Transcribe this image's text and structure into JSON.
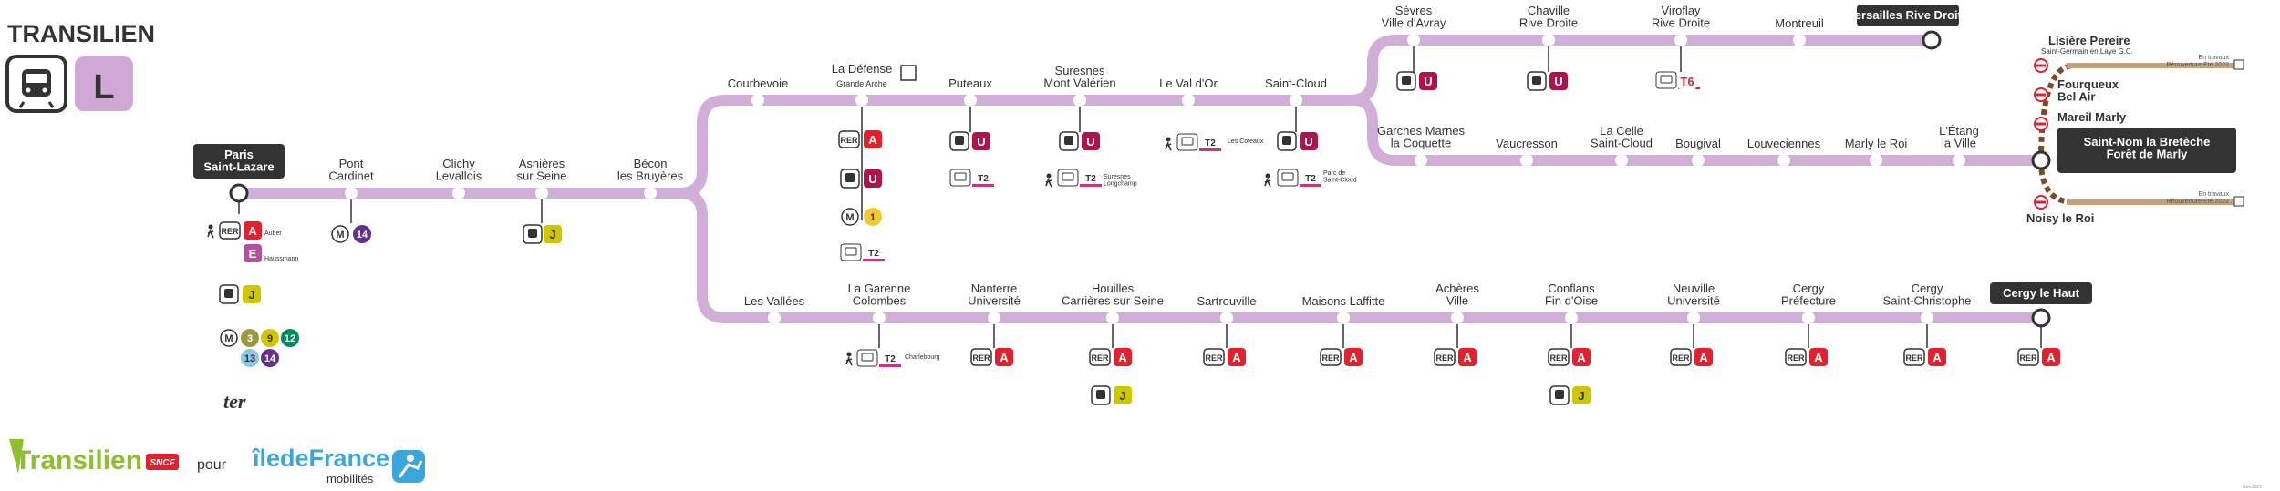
{
  "header": {
    "title": "TRANSILIEN",
    "line": "L",
    "line_color": "#cfa8d6"
  },
  "colors": {
    "line": "#d1aed8",
    "rer_a": "#e4202e",
    "rer_e": "#b84f9b",
    "u": "#b0124c",
    "j": "#cec600",
    "t2": "#c8367f",
    "m14": "#642f8e",
    "m3": "#9a9940",
    "m9": "#d0c700",
    "m12": "#008b5a",
    "m13": "#8cc7e6",
    "m1": "#f2c931",
    "t6": "#e41e2e",
    "works": "#7a4b2a"
  },
  "terminals": {
    "paris": "Paris\nSaint-Lazare",
    "versailles": "Versailles Rive Droite",
    "cergy": "Cergy le Haut",
    "saint_nom": "Saint-Nom la Bretèche\nForêt de Marly"
  },
  "stations": {
    "pont_cardinet": "Pont\nCardinet",
    "clichy": "Clichy\nLevallois",
    "asnieres": "Asnières\nsur Seine",
    "becon": "Bécon\nles Bruyères",
    "courbevoie": "Courbevoie",
    "la_defense": "La Défense",
    "la_defense_sub": "Grande Arche",
    "puteaux": "Puteaux",
    "suresnes": "Suresnes\nMont Valérien",
    "val_dor": "Le Val d'Or",
    "saint_cloud": "Saint-Cloud",
    "sevres": "Sèvres\nVille d'Avray",
    "chaville": "Chaville\nRive Droite",
    "viroflay": "Viroflay\nRive Droite",
    "montreuil": "Montreuil",
    "garches": "Garches Marnes\nla Coquette",
    "vaucresson": "Vaucresson",
    "la_celle": "La Celle\nSaint-Cloud",
    "bougival": "Bougival",
    "louveciennes": "Louveciennes",
    "marly": "Marly le Roi",
    "etang": "L'Étang\nla Ville",
    "lisiere": "Lisière Pereire",
    "lisiere_sub": "Saint-Germain en Laye G.C.",
    "fourqueux": "Fourqueux\nBel Air",
    "mareil": "Mareil Marly",
    "noisy": "Noisy le Roi",
    "vallees": "Les Vallées",
    "garenne": "La Garenne\nColombes",
    "nanterre": "Nanterre\nUniversité",
    "houilles": "Houilles\nCarrières sur Seine",
    "sartrouville": "Sartrouville",
    "maisons": "Maisons Laffitte",
    "acheres": "Achères\nVille",
    "conflans": "Conflans\nFin d'Oise",
    "neuville": "Neuville\nUniversité",
    "cergy_pref": "Cergy\nPréfecture",
    "cergy_stc": "Cergy\nSaint-Christophe"
  },
  "badges": {
    "rer": "RER",
    "a": "A",
    "e": "E",
    "u": "U",
    "j": "J",
    "t2": "T2",
    "t6": "T6",
    "m": "M",
    "m1": "1",
    "m3": "3",
    "m9": "9",
    "m12": "12",
    "m13": "13",
    "m14": "14"
  },
  "connection_notes": {
    "auber": "Auber",
    "haussmann": "Haussmann",
    "suresnes_longchamp": "Suresnes\nLongchamp",
    "les_coteaux": "Les Coteaux",
    "parc_saint_cloud": "Parc de\nSaint-Cloud",
    "charlebourg": "Charlebourg"
  },
  "works_note": {
    "line1": "En travaux",
    "line2": "Réouverture Été 2022"
  },
  "footer": {
    "ter": "ter",
    "transilien": "Transilien",
    "sncf": "SNCF",
    "pour": "pour",
    "idf": "îledeFrance",
    "idf_sub": "mobilités"
  },
  "corner_note": "Nov.2021"
}
